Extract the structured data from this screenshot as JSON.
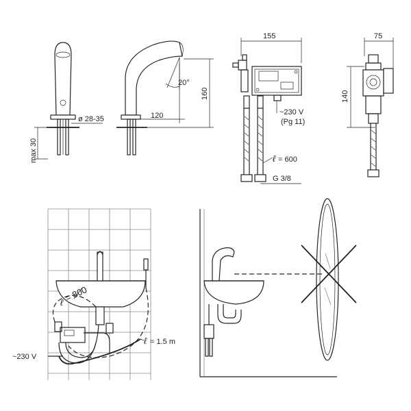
{
  "labels": {
    "dim_155": "155",
    "dim_75": "75",
    "dim_160": "160",
    "dim_140": "140",
    "dim_120": "120",
    "dim_max30": "max 30",
    "dim_dia": "ø 28-35",
    "angle": "20°",
    "voltage_top": "~230 V",
    "pg": "(Pg 11)",
    "len_600": "= 600",
    "g38": "G 3/8",
    "len_800": "= 800",
    "len_15": "= 1.5 m",
    "voltage_bottom": "~230 V",
    "ell_sym_1": "ℓ",
    "ell_sym_2": "ℓ",
    "ell_sym_3": "ℓ"
  }
}
